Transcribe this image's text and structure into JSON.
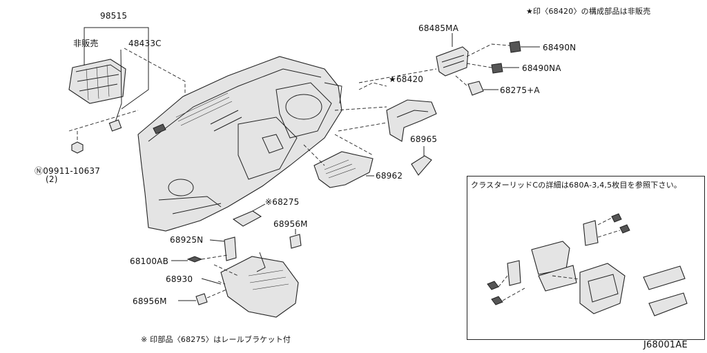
{
  "header_note": "★印〈68420〉の構成部品は非販売",
  "footer_note": "※ 印部品〈68275〉はレールブラケット付",
  "diagram_code": "J68001AE",
  "inset": {
    "title": "クラスターリッドCの詳細は680A-3,4,5枚目を参照下さい。"
  },
  "labels": {
    "p98515": "98515",
    "not_for_sale": "非販売",
    "p48433c": "48433C",
    "p09911": "Ⓝ09911-10637",
    "p09911_qty": "(2)",
    "p68485ma": "68485MA",
    "p68490n": "68490N",
    "p68490na": "68490NA",
    "p68420": "★68420",
    "p68275a": "68275+A",
    "p68965": "68965",
    "p68962": "68962",
    "p68275": "※68275",
    "p68956m_top": "68956M",
    "p68925n": "68925N",
    "p68100ab": "68100AB",
    "p68930": "68930",
    "p68956m_bottom": "68956M"
  },
  "colors": {
    "line": "#222222",
    "fill": "#e4e4e4",
    "background": "#ffffff"
  }
}
